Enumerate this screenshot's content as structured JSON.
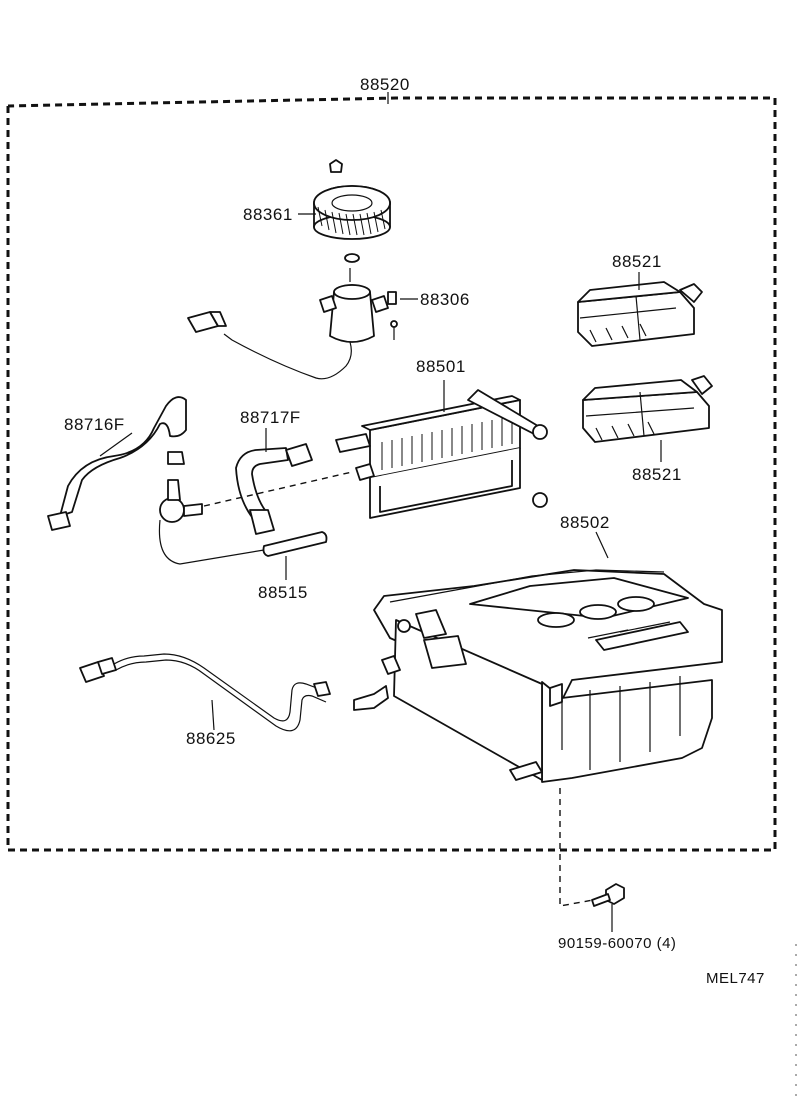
{
  "diagram": {
    "assembly_label": "88520",
    "parts": {
      "blower_fan": "88361",
      "blower_motor": "88306",
      "cooler_unit_cover_upper": "88521",
      "cooler_unit_cover_lower": "88521",
      "evaporator": "88501",
      "suction_tube": "88716F",
      "liquid_tube": "88717F",
      "thermistor": "88515",
      "cooler_case": "88502",
      "wire_harness": "88625",
      "screw": "90159-60070 (4)"
    },
    "catalog_code": "MEL747"
  }
}
